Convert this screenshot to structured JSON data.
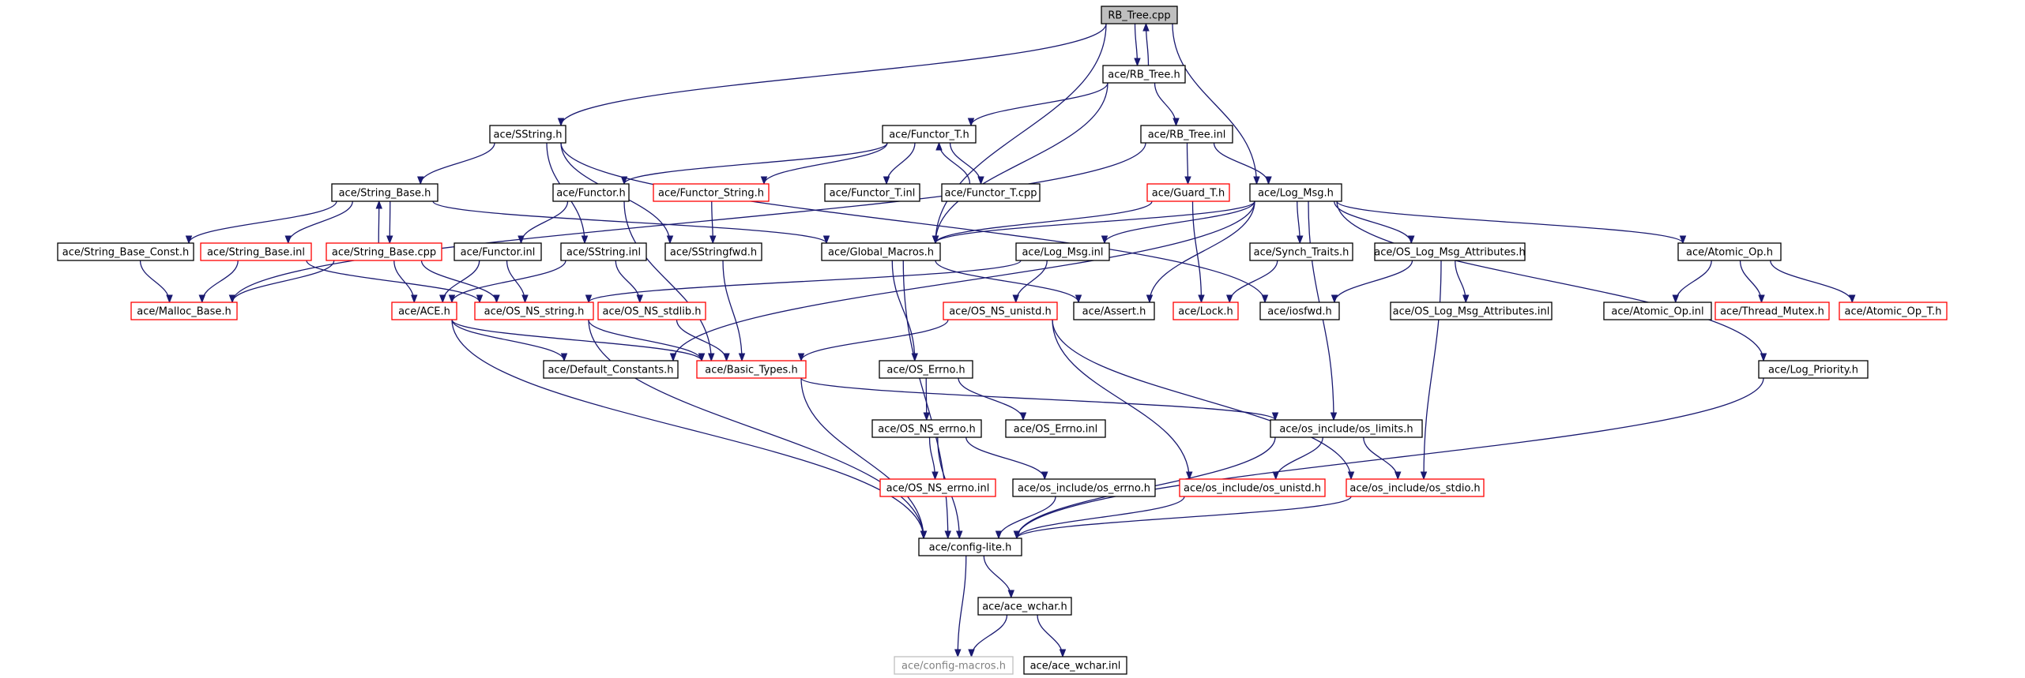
{
  "diagram": {
    "nodes": [
      {
        "id": "rb_tree_cpp",
        "label": "RB_Tree.cpp",
        "style": "root"
      },
      {
        "id": "rb_tree_h",
        "label": "ace/RB_Tree.h",
        "style": "normal"
      },
      {
        "id": "sstring_h",
        "label": "ace/SString.h",
        "style": "normal"
      },
      {
        "id": "functor_t_h",
        "label": "ace/Functor_T.h",
        "style": "normal"
      },
      {
        "id": "rb_tree_inl",
        "label": "ace/RB_Tree.inl",
        "style": "normal"
      },
      {
        "id": "string_base_h",
        "label": "ace/String_Base.h",
        "style": "normal"
      },
      {
        "id": "functor_h",
        "label": "ace/Functor.h",
        "style": "normal"
      },
      {
        "id": "functor_string_h",
        "label": "ace/Functor_String.h",
        "style": "truncated"
      },
      {
        "id": "functor_t_inl",
        "label": "ace/Functor_T.inl",
        "style": "normal"
      },
      {
        "id": "functor_t_cpp",
        "label": "ace/Functor_T.cpp",
        "style": "normal"
      },
      {
        "id": "guard_t_h",
        "label": "ace/Guard_T.h",
        "style": "truncated"
      },
      {
        "id": "log_msg_h",
        "label": "ace/Log_Msg.h",
        "style": "normal"
      },
      {
        "id": "string_base_const_h",
        "label": "ace/String_Base_Const.h",
        "style": "normal"
      },
      {
        "id": "string_base_inl",
        "label": "ace/String_Base.inl",
        "style": "truncated"
      },
      {
        "id": "string_base_cpp",
        "label": "ace/String_Base.cpp",
        "style": "truncated"
      },
      {
        "id": "functor_inl",
        "label": "ace/Functor.inl",
        "style": "normal"
      },
      {
        "id": "sstring_inl",
        "label": "ace/SString.inl",
        "style": "normal"
      },
      {
        "id": "sstringfwd_h",
        "label": "ace/SStringfwd.h",
        "style": "normal"
      },
      {
        "id": "global_macros_h",
        "label": "ace/Global_Macros.h",
        "style": "normal"
      },
      {
        "id": "log_msg_inl",
        "label": "ace/Log_Msg.inl",
        "style": "normal"
      },
      {
        "id": "synch_traits_h",
        "label": "ace/Synch_Traits.h",
        "style": "normal"
      },
      {
        "id": "os_log_msg_attributes_h",
        "label": "ace/OS_Log_Msg_Attributes.h",
        "style": "normal"
      },
      {
        "id": "atomic_op_h",
        "label": "ace/Atomic_Op.h",
        "style": "normal"
      },
      {
        "id": "malloc_base_h",
        "label": "ace/Malloc_Base.h",
        "style": "truncated"
      },
      {
        "id": "ace_h",
        "label": "ace/ACE.h",
        "style": "truncated"
      },
      {
        "id": "os_ns_string_h",
        "label": "ace/OS_NS_string.h",
        "style": "truncated"
      },
      {
        "id": "os_ns_stdlib_h",
        "label": "ace/OS_NS_stdlib.h",
        "style": "truncated"
      },
      {
        "id": "os_ns_unistd_h",
        "label": "ace/OS_NS_unistd.h",
        "style": "truncated"
      },
      {
        "id": "assert_h",
        "label": "ace/Assert.h",
        "style": "normal"
      },
      {
        "id": "lock_h",
        "label": "ace/Lock.h",
        "style": "truncated"
      },
      {
        "id": "iosfwd_h",
        "label": "ace/iosfwd.h",
        "style": "normal"
      },
      {
        "id": "os_log_msg_attributes_inl",
        "label": "ace/OS_Log_Msg_Attributes.inl",
        "style": "normal"
      },
      {
        "id": "atomic_op_inl",
        "label": "ace/Atomic_Op.inl",
        "style": "normal"
      },
      {
        "id": "thread_mutex_h",
        "label": "ace/Thread_Mutex.h",
        "style": "truncated"
      },
      {
        "id": "atomic_op_t_h",
        "label": "ace/Atomic_Op_T.h",
        "style": "truncated"
      },
      {
        "id": "default_constants_h",
        "label": "ace/Default_Constants.h",
        "style": "normal"
      },
      {
        "id": "basic_types_h",
        "label": "ace/Basic_Types.h",
        "style": "truncated"
      },
      {
        "id": "os_errno_h",
        "label": "ace/OS_Errno.h",
        "style": "normal"
      },
      {
        "id": "log_priority_h",
        "label": "ace/Log_Priority.h",
        "style": "normal"
      },
      {
        "id": "os_ns_errno_h",
        "label": "ace/OS_NS_errno.h",
        "style": "normal"
      },
      {
        "id": "os_errno_inl",
        "label": "ace/OS_Errno.inl",
        "style": "normal"
      },
      {
        "id": "os_limits_h",
        "label": "ace/os_include/os_limits.h",
        "style": "normal"
      },
      {
        "id": "os_ns_errno_inl",
        "label": "ace/OS_NS_errno.inl",
        "style": "truncated"
      },
      {
        "id": "os_errno_h2",
        "label": "ace/os_include/os_errno.h",
        "style": "normal"
      },
      {
        "id": "os_unistd_h",
        "label": "ace/os_include/os_unistd.h",
        "style": "truncated"
      },
      {
        "id": "os_stdio_h",
        "label": "ace/os_include/os_stdio.h",
        "style": "truncated"
      },
      {
        "id": "config_lite_h",
        "label": "ace/config-lite.h",
        "style": "normal"
      },
      {
        "id": "ace_wchar_h",
        "label": "ace/ace_wchar.h",
        "style": "normal"
      },
      {
        "id": "config_macros_h",
        "label": "ace/config-macros.h",
        "style": "external"
      },
      {
        "id": "ace_wchar_inl",
        "label": "ace/ace_wchar.inl",
        "style": "normal"
      }
    ],
    "edges": [
      [
        "rb_tree_cpp",
        "rb_tree_h"
      ],
      [
        "rb_tree_cpp",
        "sstring_h"
      ],
      [
        "rb_tree_cpp",
        "log_msg_h"
      ],
      [
        "rb_tree_cpp",
        "global_macros_h"
      ],
      [
        "rb_tree_h",
        "rb_tree_cpp"
      ],
      [
        "rb_tree_h",
        "functor_t_h"
      ],
      [
        "rb_tree_h",
        "rb_tree_inl"
      ],
      [
        "rb_tree_h",
        "global_macros_h"
      ],
      [
        "sstring_h",
        "string_base_h"
      ],
      [
        "sstring_h",
        "sstring_inl"
      ],
      [
        "sstring_h",
        "sstringfwd_h"
      ],
      [
        "sstring_h",
        "iosfwd_h"
      ],
      [
        "functor_t_h",
        "functor_h"
      ],
      [
        "functor_t_h",
        "functor_string_h"
      ],
      [
        "functor_t_h",
        "functor_t_inl"
      ],
      [
        "functor_t_h",
        "functor_t_cpp"
      ],
      [
        "functor_t_cpp",
        "functor_t_h"
      ],
      [
        "rb_tree_inl",
        "malloc_base_h"
      ],
      [
        "rb_tree_inl",
        "guard_t_h"
      ],
      [
        "rb_tree_inl",
        "log_msg_h"
      ],
      [
        "string_base_h",
        "string_base_const_h"
      ],
      [
        "string_base_h",
        "string_base_inl"
      ],
      [
        "string_base_h",
        "string_base_cpp"
      ],
      [
        "string_base_h",
        "global_macros_h"
      ],
      [
        "string_base_cpp",
        "string_base_h"
      ],
      [
        "string_base_cpp",
        "malloc_base_h"
      ],
      [
        "string_base_cpp",
        "ace_h"
      ],
      [
        "string_base_cpp",
        "os_ns_string_h"
      ],
      [
        "string_base_const_h",
        "malloc_base_h"
      ],
      [
        "string_base_inl",
        "malloc_base_h"
      ],
      [
        "string_base_inl",
        "os_ns_string_h"
      ],
      [
        "functor_h",
        "functor_inl"
      ],
      [
        "functor_h",
        "basic_types_h"
      ],
      [
        "functor_inl",
        "ace_h"
      ],
      [
        "functor_inl",
        "os_ns_string_h"
      ],
      [
        "functor_string_h",
        "sstringfwd_h"
      ],
      [
        "sstring_inl",
        "ace_h"
      ],
      [
        "sstring_inl",
        "os_ns_stdlib_h"
      ],
      [
        "sstringfwd_h",
        "basic_types_h"
      ],
      [
        "guard_t_h",
        "lock_h"
      ],
      [
        "guard_t_h",
        "global_macros_h"
      ],
      [
        "log_msg_h",
        "global_macros_h"
      ],
      [
        "log_msg_h",
        "log_msg_inl"
      ],
      [
        "log_msg_h",
        "synch_traits_h"
      ],
      [
        "log_msg_h",
        "os_log_msg_attributes_h"
      ],
      [
        "log_msg_h",
        "atomic_op_h"
      ],
      [
        "log_msg_h",
        "default_constants_h"
      ],
      [
        "log_msg_h",
        "assert_h"
      ],
      [
        "log_msg_h",
        "log_priority_h"
      ],
      [
        "log_msg_h",
        "os_limits_h"
      ],
      [
        "global_macros_h",
        "os_errno_h"
      ],
      [
        "global_macros_h",
        "assert_h"
      ],
      [
        "global_macros_h",
        "config_lite_h"
      ],
      [
        "log_msg_inl",
        "os_ns_string_h"
      ],
      [
        "log_msg_inl",
        "os_ns_unistd_h"
      ],
      [
        "synch_traits_h",
        "lock_h"
      ],
      [
        "os_log_msg_attributes_h",
        "iosfwd_h"
      ],
      [
        "os_log_msg_attributes_h",
        "os_log_msg_attributes_inl"
      ],
      [
        "os_log_msg_attributes_h",
        "os_stdio_h"
      ],
      [
        "atomic_op_h",
        "atomic_op_inl"
      ],
      [
        "atomic_op_h",
        "thread_mutex_h"
      ],
      [
        "atomic_op_h",
        "atomic_op_t_h"
      ],
      [
        "ace_h",
        "default_constants_h"
      ],
      [
        "ace_h",
        "basic_types_h"
      ],
      [
        "ace_h",
        "config_lite_h"
      ],
      [
        "os_ns_string_h",
        "basic_types_h"
      ],
      [
        "os_ns_string_h",
        "config_lite_h"
      ],
      [
        "os_ns_stdlib_h",
        "basic_types_h"
      ],
      [
        "os_ns_unistd_h",
        "basic_types_h"
      ],
      [
        "os_ns_unistd_h",
        "os_unistd_h"
      ],
      [
        "os_ns_unistd_h",
        "os_stdio_h"
      ],
      [
        "basic_types_h",
        "os_limits_h"
      ],
      [
        "basic_types_h",
        "config_lite_h"
      ],
      [
        "os_errno_h",
        "os_ns_errno_h"
      ],
      [
        "os_errno_h",
        "os_errno_inl"
      ],
      [
        "os_ns_errno_h",
        "os_ns_errno_inl"
      ],
      [
        "os_ns_errno_h",
        "os_errno_h2"
      ],
      [
        "os_ns_errno_h",
        "config_lite_h"
      ],
      [
        "os_limits_h",
        "os_unistd_h"
      ],
      [
        "os_limits_h",
        "os_stdio_h"
      ],
      [
        "os_limits_h",
        "config_lite_h"
      ],
      [
        "os_errno_h2",
        "config_lite_h"
      ],
      [
        "os_unistd_h",
        "config_lite_h"
      ],
      [
        "os_stdio_h",
        "config_lite_h"
      ],
      [
        "log_priority_h",
        "config_lite_h"
      ],
      [
        "config_lite_h",
        "ace_wchar_h"
      ],
      [
        "config_lite_h",
        "config_macros_h"
      ],
      [
        "ace_wchar_h",
        "config_macros_h"
      ],
      [
        "ace_wchar_h",
        "ace_wchar_inl"
      ]
    ],
    "colors": {
      "edge": "#191970",
      "node_border": "#000000",
      "truncated_border": "#ff0000",
      "external_border": "#bfbfbf",
      "external_text": "#808080",
      "root_fill": "#bfbfbf"
    }
  }
}
